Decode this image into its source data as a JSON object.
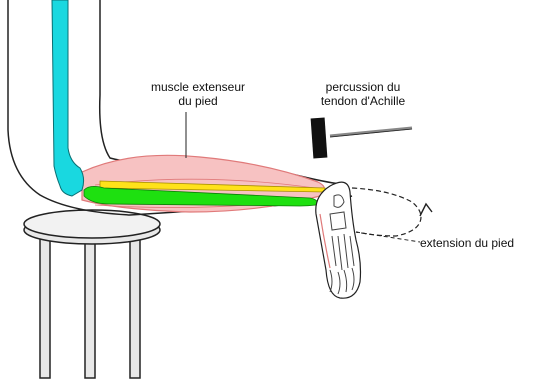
{
  "labels": {
    "muscle_line1": "muscle extenseur",
    "muscle_line2": "du pied",
    "percussion_line1": "percussion du",
    "percussion_line2": "tendon d'Achille",
    "extension": "extension du pied"
  },
  "colors": {
    "outline": "#222222",
    "femur": "#19d8e0",
    "muscle": "#f7c2c2",
    "muscle_stroke": "#e07a7a",
    "tendon_green": "#1ee010",
    "tendon_yellow": "#ffe21a",
    "hammer_head": "#111111",
    "stool": "#e8e8e8"
  }
}
